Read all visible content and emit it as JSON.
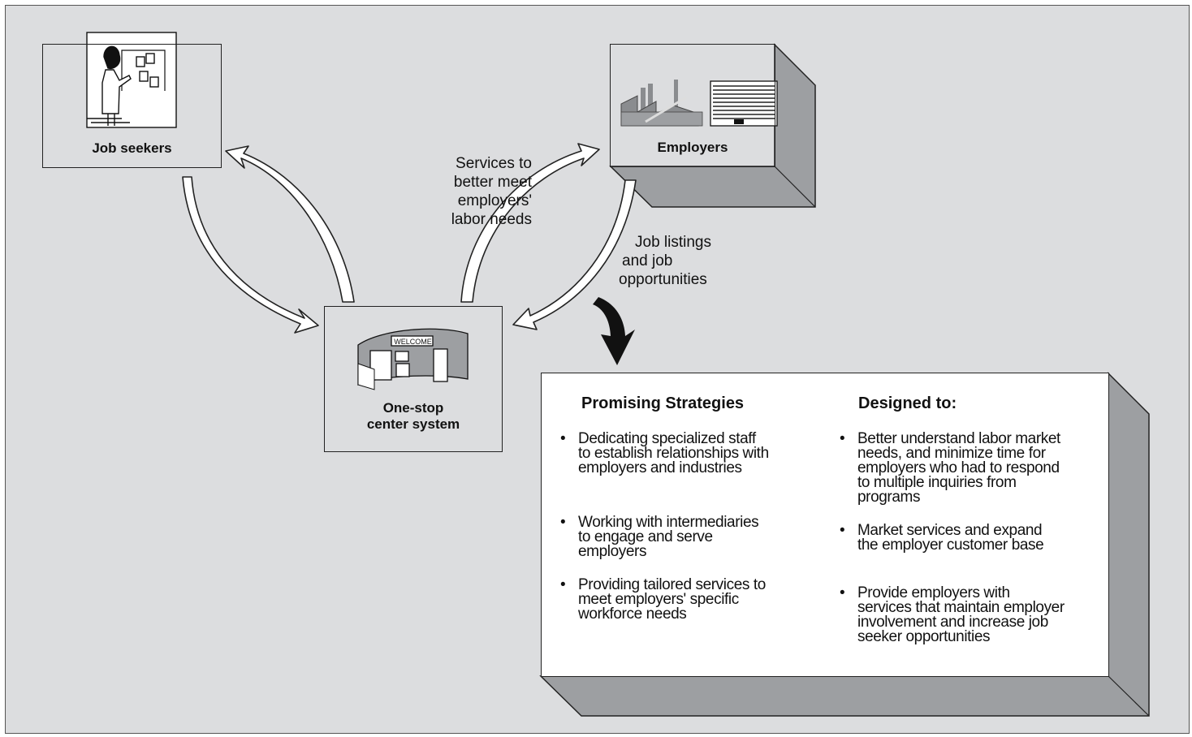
{
  "nodes": {
    "job_seekers": "Job seekers",
    "employers": "Employers",
    "one_stop": {
      "line1": "One-stop",
      "line2": "center system"
    },
    "welcome_sign": "WELCOME"
  },
  "edge_labels": {
    "services": [
      "Services to",
      "better meet",
      "employers'",
      "labor needs"
    ],
    "job_listings": [
      "Job listings",
      "and job",
      "opportunities"
    ]
  },
  "strategies_panel": {
    "left_heading": "Promising Strategies",
    "right_heading": "Designed to:",
    "strategies": [
      {
        "line1": "Dedicating specialized staff",
        "line2": "to establish relationships with",
        "line3": "employers and industries"
      },
      {
        "line1": "Working with intermediaries",
        "line2": "to engage and serve",
        "line3": "employers"
      },
      {
        "line1": "Providing tailored services to",
        "line2": "meet employers' specific",
        "line3": "workforce needs"
      }
    ],
    "goals": [
      {
        "line1": "Better understand labor market",
        "line2": "needs, and minimize time for",
        "line3": "employers who had to respond",
        "line4": "to multiple inquiries from",
        "line5": "programs"
      },
      {
        "line1": "Market services and expand",
        "line2": "the employer customer base"
      },
      {
        "line1": "Provide employers with",
        "line2": "services that maintain employer",
        "line3": "involvement and increase job",
        "line4": "seeker opportunities"
      }
    ]
  },
  "colors": {
    "background": "#dcdddf",
    "shadow": "#9d9fa2",
    "panel": "#ffffff",
    "ink": "#111111"
  }
}
